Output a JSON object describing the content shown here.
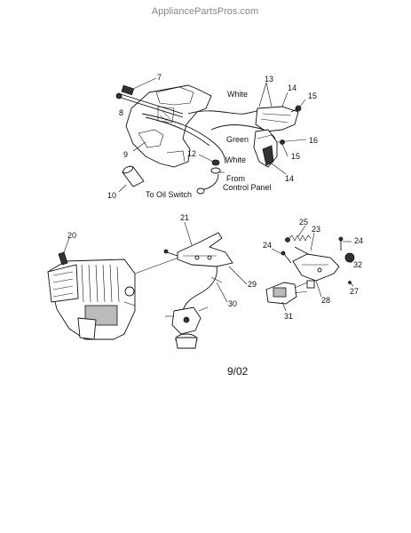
{
  "watermark": "AppliancePartsPros.com",
  "date": "9/02",
  "callouts": {
    "c7": "7",
    "c8": "8",
    "c9": "9",
    "c10": "10",
    "c12": "12",
    "c13": "13",
    "c14a": "14",
    "c14b": "14",
    "c15a": "15",
    "c15b": "15",
    "c16": "16",
    "c20": "20",
    "c21": "21",
    "c23": "23",
    "c24a": "24",
    "c24b": "24",
    "c25": "25",
    "c27": "27",
    "c28": "28",
    "c29": "29",
    "c30": "30",
    "c31": "31",
    "c32": "32"
  },
  "wire_labels": {
    "white_top": "White",
    "green": "Green",
    "white_mid": "White",
    "from_panel_1": "From",
    "from_panel_2": "Control Panel",
    "oil_switch": "To Oil Switch"
  },
  "colors": {
    "ink": "#111111",
    "watermark": "#888888"
  }
}
